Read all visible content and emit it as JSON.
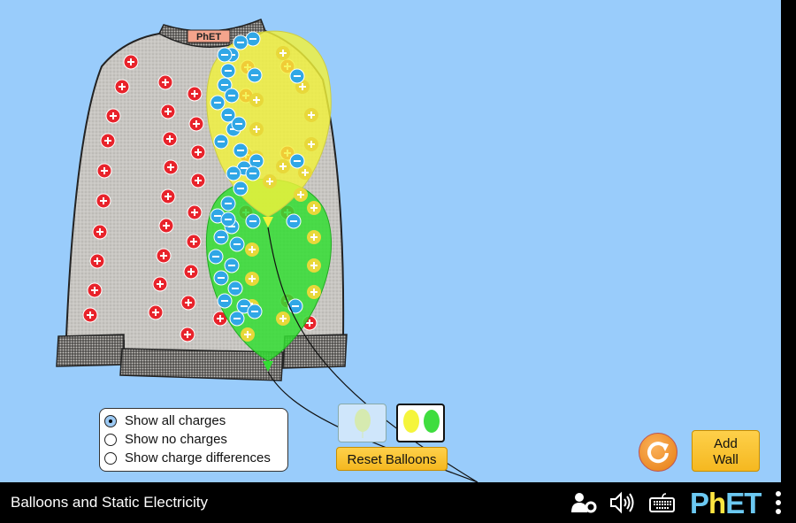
{
  "sim_title": "Balloons and Static Electricity",
  "sweater_label": "PhET",
  "charge_display": {
    "options": [
      "Show all charges",
      "Show no charges",
      "Show charge differences"
    ],
    "selected": "Show all charges"
  },
  "balloon_buttons": {
    "one_balloon": "one-balloon",
    "two_balloons": "two-balloons",
    "selected": "two-balloons"
  },
  "reset_balloons_label": "Reset Balloons",
  "add_wall_label": [
    "Add",
    "Wall"
  ],
  "logo_text": "PhET",
  "colors": {
    "background": "#99ccfb",
    "yellow_balloon": "#f2f23a",
    "green_balloon": "#33dd33",
    "plus": "#e8232b",
    "minus": "#30a7e6",
    "button": "#f9c630"
  }
}
